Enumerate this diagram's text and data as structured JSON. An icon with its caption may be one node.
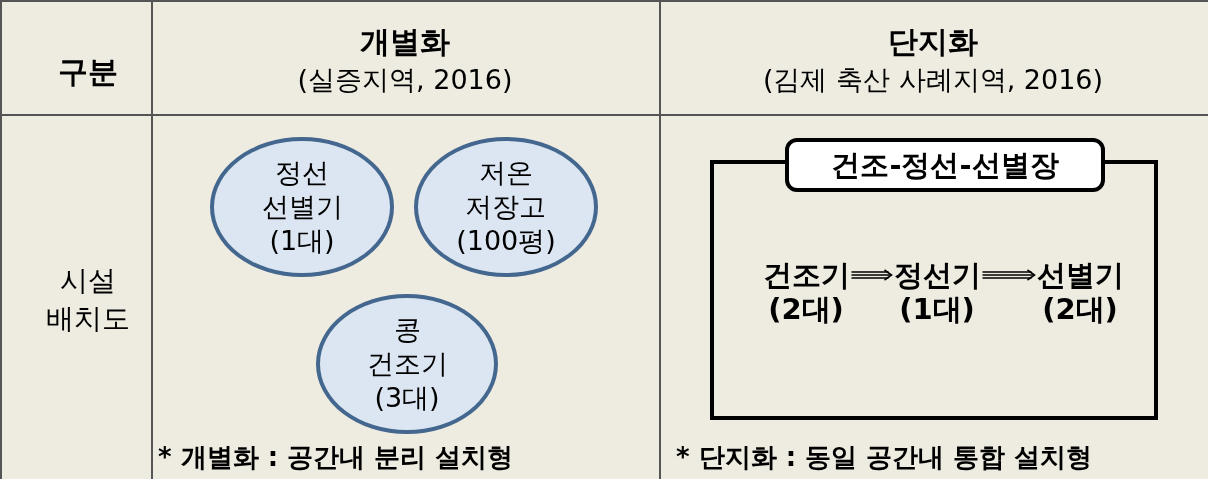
{
  "diagram": {
    "nodes": [
      {
        "text": [
          "정선 선별기 (1대)"
        ]
      },
      {
        "text": [
          "저온 저장고 (100평)"
        ]
      },
      {
        "text": [
          "콩 건조기 (3대)"
        ]
      },
      {
        "text": [
          "건조-정선-선별장"
        ]
      },
      {
        "text": [
          "건조기 (2대)"
        ],
        "in": 3
      },
      {
        "text": [
          "정선기 (1대)"
        ],
        "in": 3
      },
      {
        "text": [
          "선별기 (2대)"
        ],
        "in": 3
      }
    ],
    "edges": [
      {
        "from": 4,
        "to": 5,
        "arrow": "to"
      },
      {
        "from": 5,
        "to": 6,
        "arrow": "to"
      }
    ],
    "labels": [
      "구분",
      "개별화",
      "(실증지역, 2016)",
      "단지화",
      "(김제 축산 사례지역, 2016)",
      "시설 배치도",
      "* 개별화 : 공간내 분리 설치형",
      "* 단지화 : 동일 공간내 통합 설치형"
    ]
  }
}
